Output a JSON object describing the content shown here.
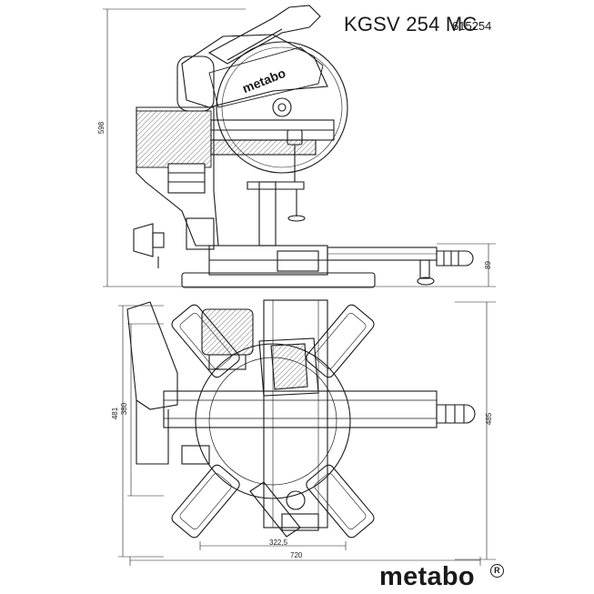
{
  "header": {
    "model": "KGSV 254 MC",
    "article_number": "615254"
  },
  "dimensions": {
    "side_height_total": "598",
    "side_height_base": "89",
    "top_depth_outer": "481",
    "top_depth_inner": "380",
    "top_depth_right": "485",
    "top_width_inner": "322,5",
    "top_width_outer": "720"
  },
  "brand": {
    "logo_text": "metabo",
    "machine_label": "metabo",
    "registered_mark": "R"
  },
  "colors": {
    "line": "#1a1a1a",
    "background": "#ffffff",
    "hatch": "#555555"
  }
}
